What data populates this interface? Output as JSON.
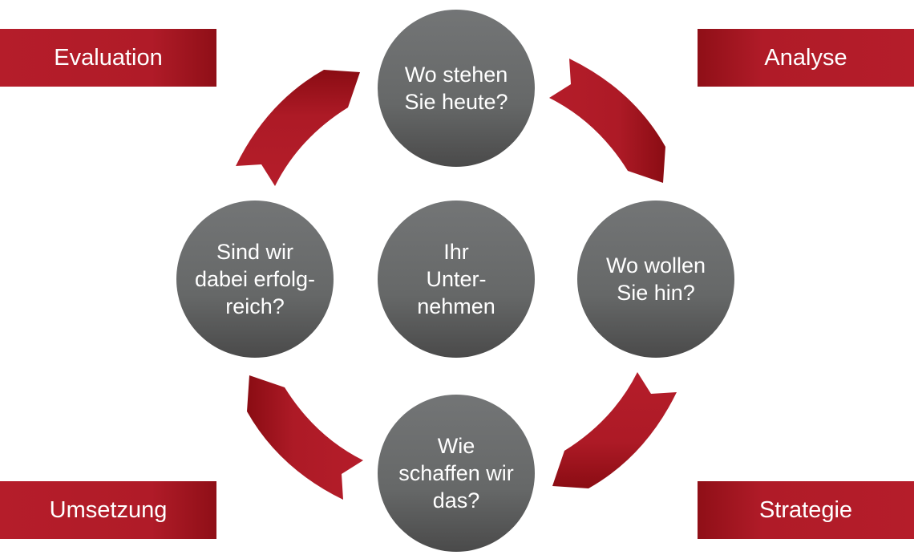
{
  "phases": {
    "evaluation": "Evaluation",
    "analyse": "Analyse",
    "umsetzung": "Umsetzung",
    "strategie": "Strategie"
  },
  "questions": {
    "center": "Ihr\nUnter-\nnehmen",
    "top": "Wo stehen\nSie heute?",
    "right": "Wo wollen\nSie hin?",
    "bottom": "Wie\nschaffen wir\ndas?",
    "left": "Sind wir\ndabei erfolg-\nreich?"
  },
  "colors": {
    "accent_red": "#b51d2a",
    "dark_red": "#8f0f17",
    "circle_gray": "#6b6d6e"
  }
}
